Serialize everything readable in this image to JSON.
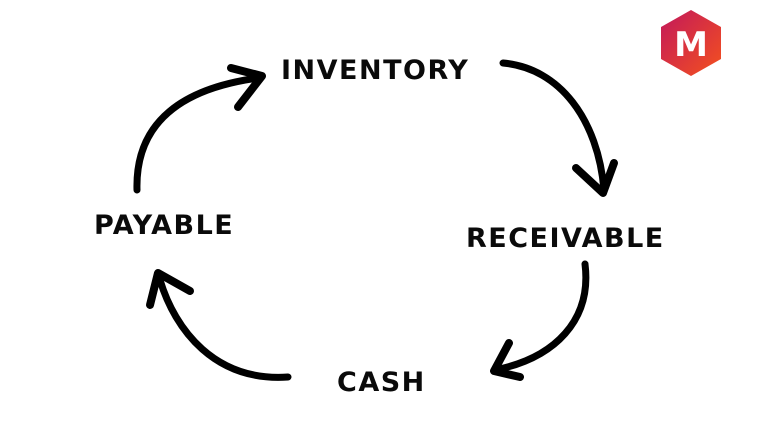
{
  "diagram": {
    "title": "Cash conversion cycle",
    "nodes": [
      {
        "id": "inventory",
        "label": "INVENTORY"
      },
      {
        "id": "receivable",
        "label": "RECEIVABLE"
      },
      {
        "id": "cash",
        "label": "CASH"
      },
      {
        "id": "payable",
        "label": "PAYABLE"
      }
    ],
    "edges": [
      {
        "from": "inventory",
        "to": "receivable"
      },
      {
        "from": "receivable",
        "to": "cash"
      },
      {
        "from": "cash",
        "to": "payable"
      },
      {
        "from": "payable",
        "to": "inventory"
      }
    ]
  },
  "logo": {
    "letter": "M",
    "icon": "hexagon-logo-icon",
    "gradient_start": "#c2185b",
    "gradient_end": "#f4511e"
  },
  "colors": {
    "text": "#0a0a0a",
    "arrow": "#000000",
    "background": "#ffffff"
  }
}
